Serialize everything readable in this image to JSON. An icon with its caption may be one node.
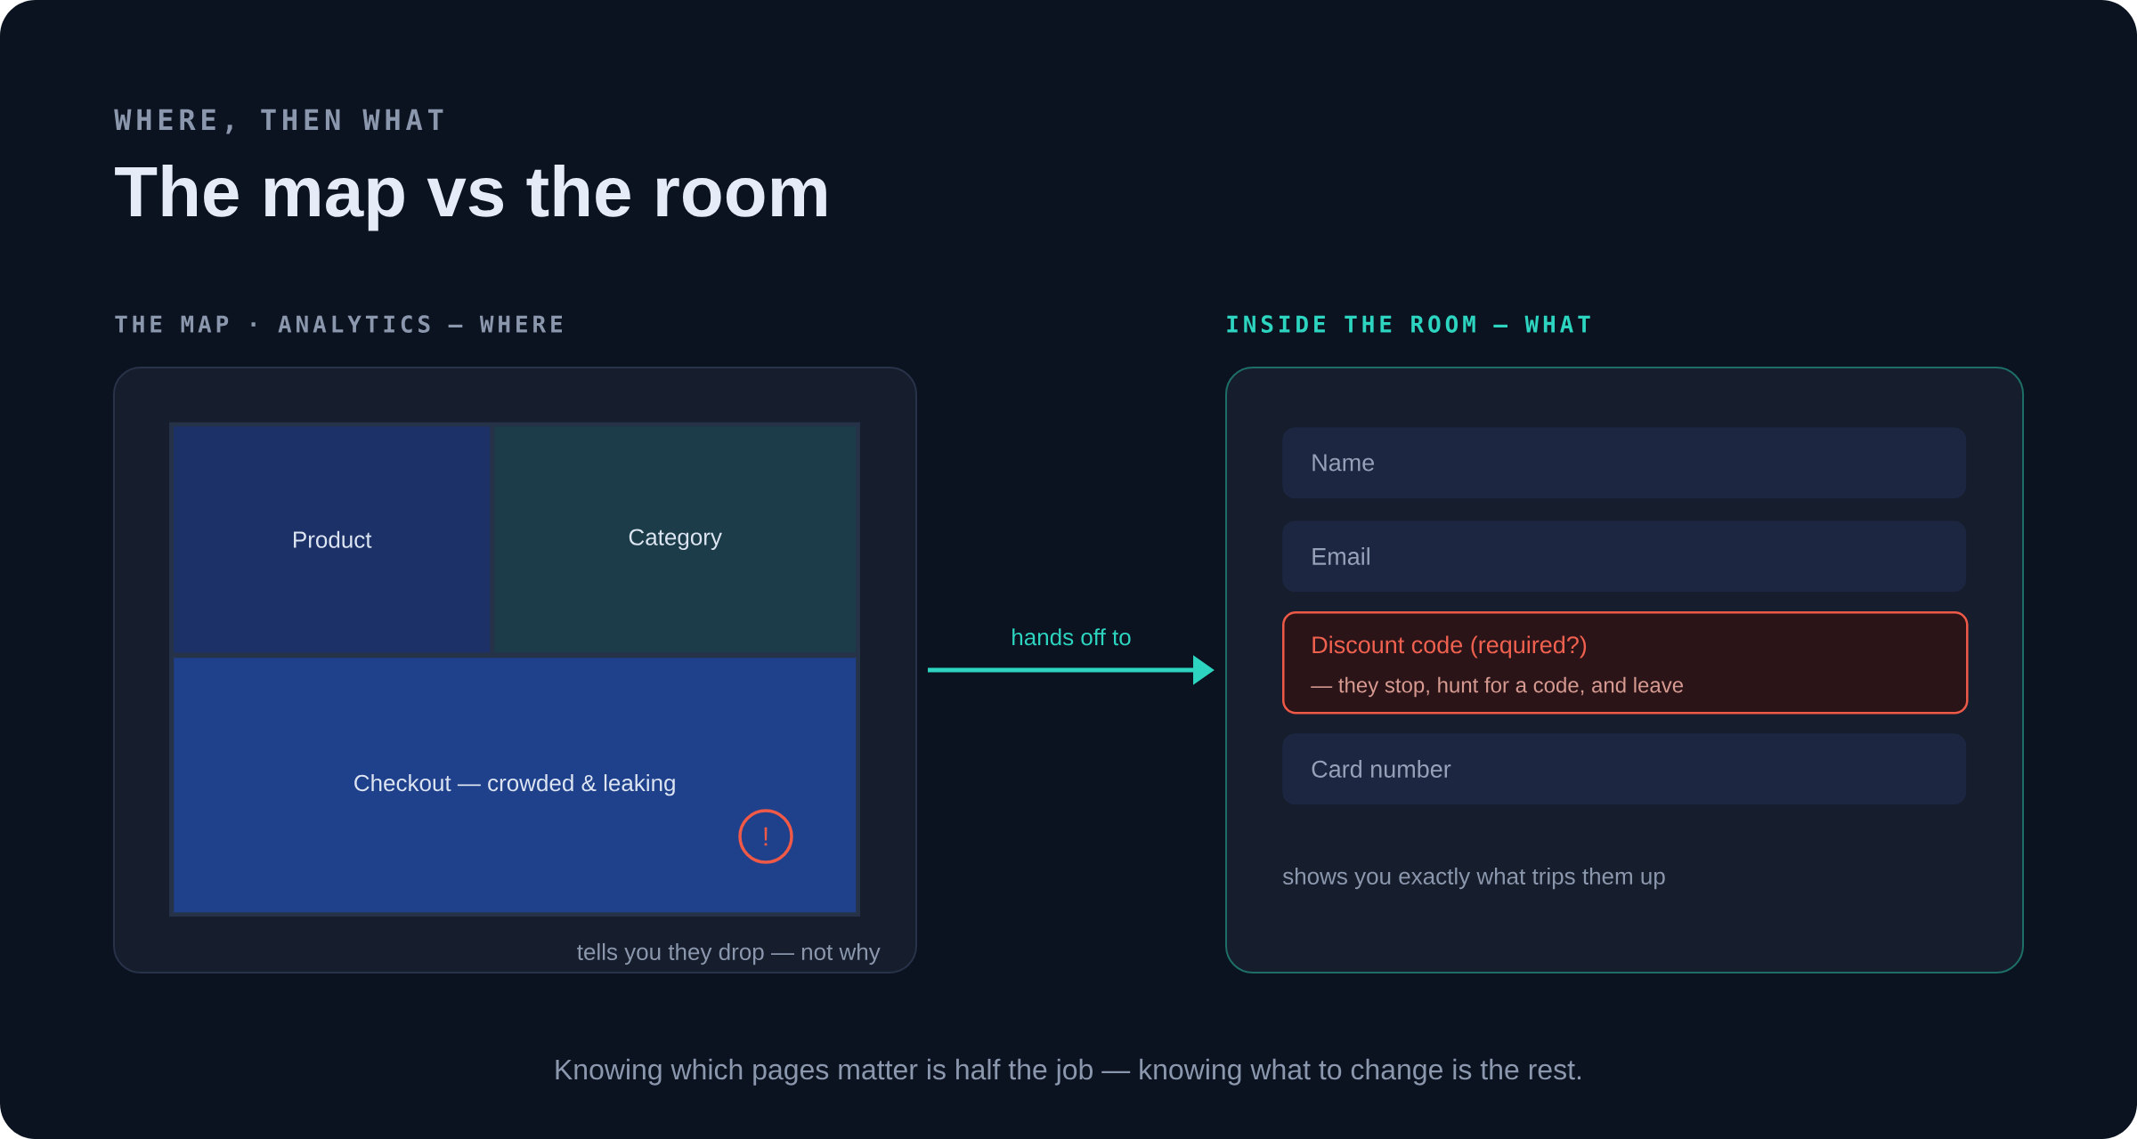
{
  "diagram": {
    "title": "The map vs the room",
    "labels": [
      "WHERE, THEN WHAT"
    ],
    "nodes": [
      {
        "text": [
          "THE MAP · ANALYTICS — WHERE",
          "tells you they drop — not why"
        ]
      },
      {
        "text": [
          "Product"
        ],
        "in": 0
      },
      {
        "text": [
          "Category"
        ],
        "in": 0
      },
      {
        "text": [
          "Checkout — crowded & leaking"
        ],
        "in": 0
      },
      {
        "text": [
          "!"
        ],
        "in": 3
      },
      {
        "text": [
          "INSIDE THE ROOM — WHAT",
          "shows you exactly what trips them up"
        ]
      },
      {
        "text": [
          "Name"
        ],
        "in": 5
      },
      {
        "text": [
          "Email"
        ],
        "in": 5
      },
      {
        "text": [
          "Discount code (required?)",
          "— they stop, hunt for a code, and leave"
        ],
        "in": 5
      },
      {
        "text": [
          "Card number"
        ],
        "in": 5
      }
    ],
    "edges": [
      {
        "from": 0,
        "to": 5,
        "arrow": "to",
        "label": "hands off to",
        "color": "#2dd4bf"
      }
    ],
    "caption": "Knowing which pages matter is half the job — knowing what to change is the rest."
  }
}
